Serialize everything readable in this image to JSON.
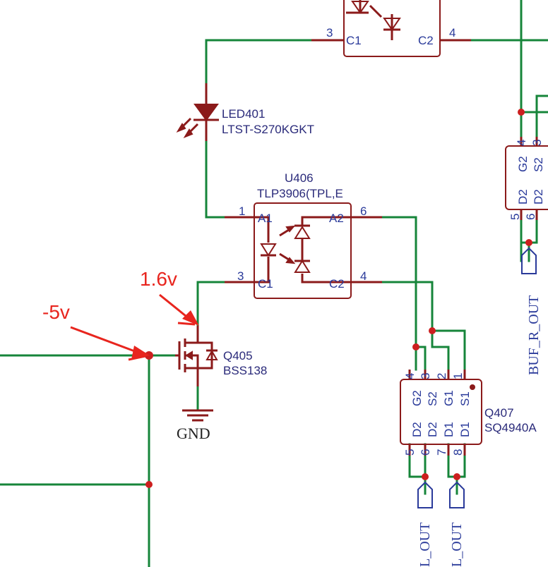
{
  "components": {
    "led": {
      "ref": "LED401",
      "value": "LTST-S270KGKT"
    },
    "opto": {
      "ref": "U406",
      "value": "TLP3906(TPL,E",
      "pins": [
        {
          "num": "1",
          "name": "A1"
        },
        {
          "num": "3",
          "name": "C1"
        },
        {
          "num": "6",
          "name": "A2"
        },
        {
          "num": "4",
          "name": "C2"
        }
      ]
    },
    "opto_top": {
      "pins": [
        {
          "num": "3",
          "name": "C1"
        },
        {
          "num": "4",
          "name": "C2"
        }
      ]
    },
    "fet_small": {
      "ref": "Q405",
      "value": "BSS138"
    },
    "fet_dual": {
      "ref": "Q407",
      "value": "SQ4940A",
      "top_pins": [
        {
          "num": "4",
          "name": "G2"
        },
        {
          "num": "3",
          "name": "S2"
        },
        {
          "num": "2",
          "name": "G1"
        },
        {
          "num": "1",
          "name": "S1"
        }
      ],
      "bottom_pins": [
        {
          "num": "5",
          "name": "D2"
        },
        {
          "num": "6",
          "name": "D2"
        },
        {
          "num": "7",
          "name": "D1"
        },
        {
          "num": "8",
          "name": "D1"
        }
      ]
    },
    "fet_right": {
      "top_pins": [
        {
          "num": "4",
          "name": "G2"
        },
        {
          "num": "3",
          "name": "S2"
        }
      ],
      "bottom_pins": [
        {
          "num": "5",
          "name": "D2"
        },
        {
          "num": "6",
          "name": "D2"
        }
      ]
    }
  },
  "nets": {
    "gnd": "GND",
    "buf_r_out": "BUF_R_OUT",
    "out_left": "L_OUT",
    "out_right": "L_OUT"
  },
  "annotations": {
    "gate_voltage": "-5v",
    "drain_voltage": "1.6v"
  },
  "colors": {
    "wire": "#16853a",
    "part": "#8b1a1a",
    "label": "#2a2a7a",
    "annotation": "#e8251e"
  }
}
